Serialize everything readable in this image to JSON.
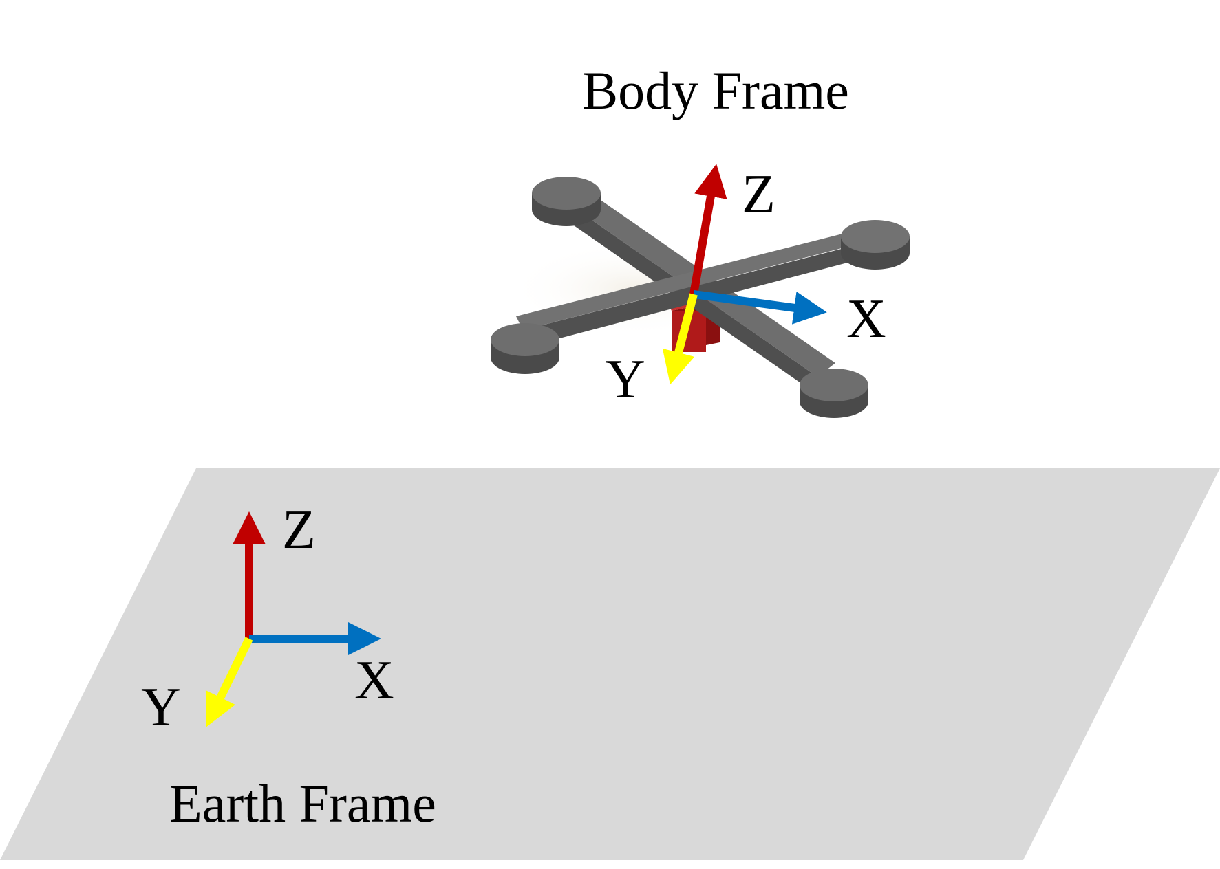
{
  "body_frame": {
    "title": "Body Frame",
    "axes": {
      "z": "Z",
      "x": "X",
      "y": "Y"
    }
  },
  "earth_frame": {
    "title": "Earth Frame",
    "axes": {
      "z": "Z",
      "x": "X",
      "y": "Y"
    }
  },
  "colors": {
    "x_axis": "#0070C0",
    "y_axis": "#FFFF00",
    "z_axis": "#C00000",
    "ground_plane": "#D9D9D9",
    "drone_body": "#6E6E6E",
    "drone_block": "#B01A1A"
  }
}
